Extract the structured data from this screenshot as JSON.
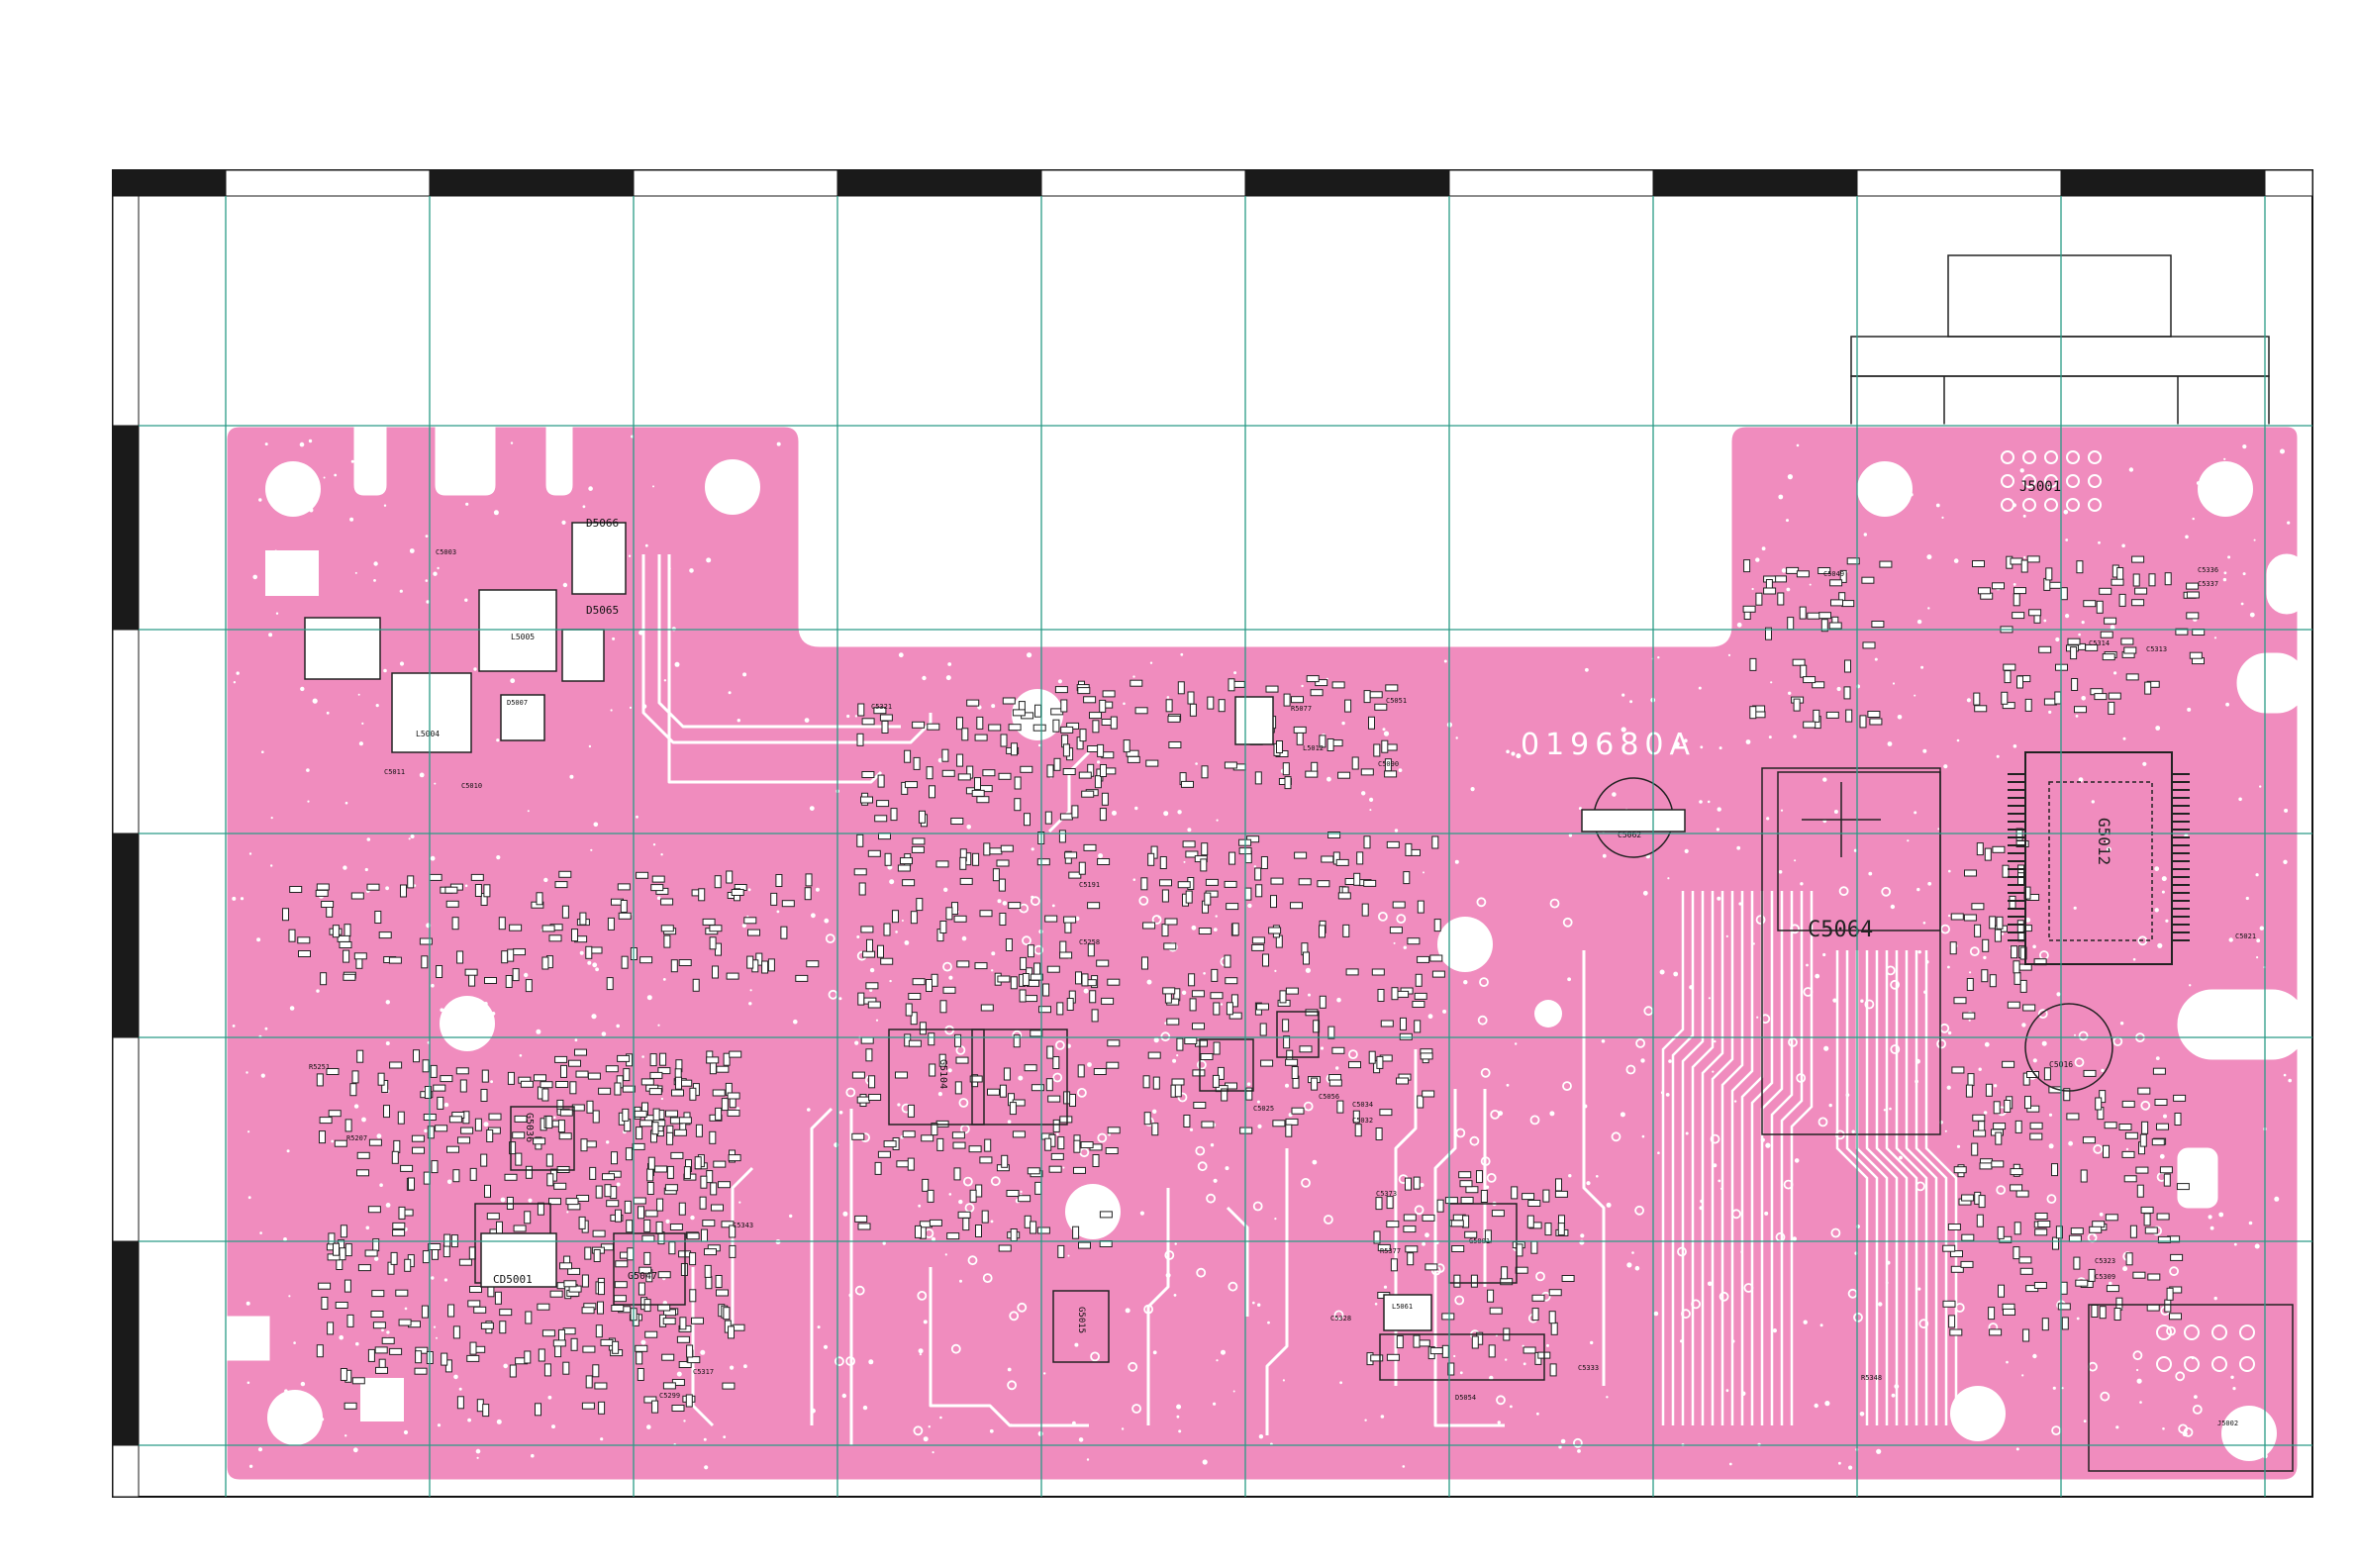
{
  "colors": {
    "board": "#f08cbe",
    "trace": "#ffffff",
    "grid": "#2a9b86",
    "ruler_dark": "#1a1a1a",
    "silk": "#111111"
  },
  "board": {
    "part_number": "019680A"
  },
  "components": {
    "D5066": "D5066",
    "D5065": "D5065",
    "C5003": "C5003",
    "L5005": "L5005",
    "L5004": "L5004",
    "D5007": "D5007",
    "C5011": "C5011",
    "C5010": "C5010",
    "C5321": "C5321",
    "C5051": "C5051",
    "R5077": "R5077",
    "L5012": "L5012",
    "C5090": "C5090",
    "C5062": "C5062",
    "C5064": "C5064",
    "G5012": "G5012",
    "C5016": "C5016",
    "C5049": "C5049",
    "C5021": "C5021",
    "J5001": "J5001",
    "J5002": "J5002",
    "G5001": "G5001",
    "G5047": "G5047",
    "G5036": "G5036",
    "G5104": "G5104",
    "G5015": "G5015",
    "CD5001": "CD5001",
    "R5251": "R5251",
    "R5207": "R5207",
    "C5317": "C5317",
    "C5343": "C5343",
    "C5299": "C5299",
    "C5323": "C5323",
    "C5309": "C5309",
    "C5328": "C5328",
    "C5333": "C5333",
    "C5373": "C5373",
    "R5377": "R5377",
    "C5025": "C5025",
    "C5056": "C5056",
    "C5032": "C5032",
    "C5034": "C5034",
    "C5191": "C5191",
    "C5258": "C5258",
    "C5314": "C5314",
    "C5313": "C5313",
    "C5336": "C5336",
    "C5337": "C5337",
    "L5061": "L5061",
    "D5054": "D5054",
    "R5348": "R5348"
  }
}
